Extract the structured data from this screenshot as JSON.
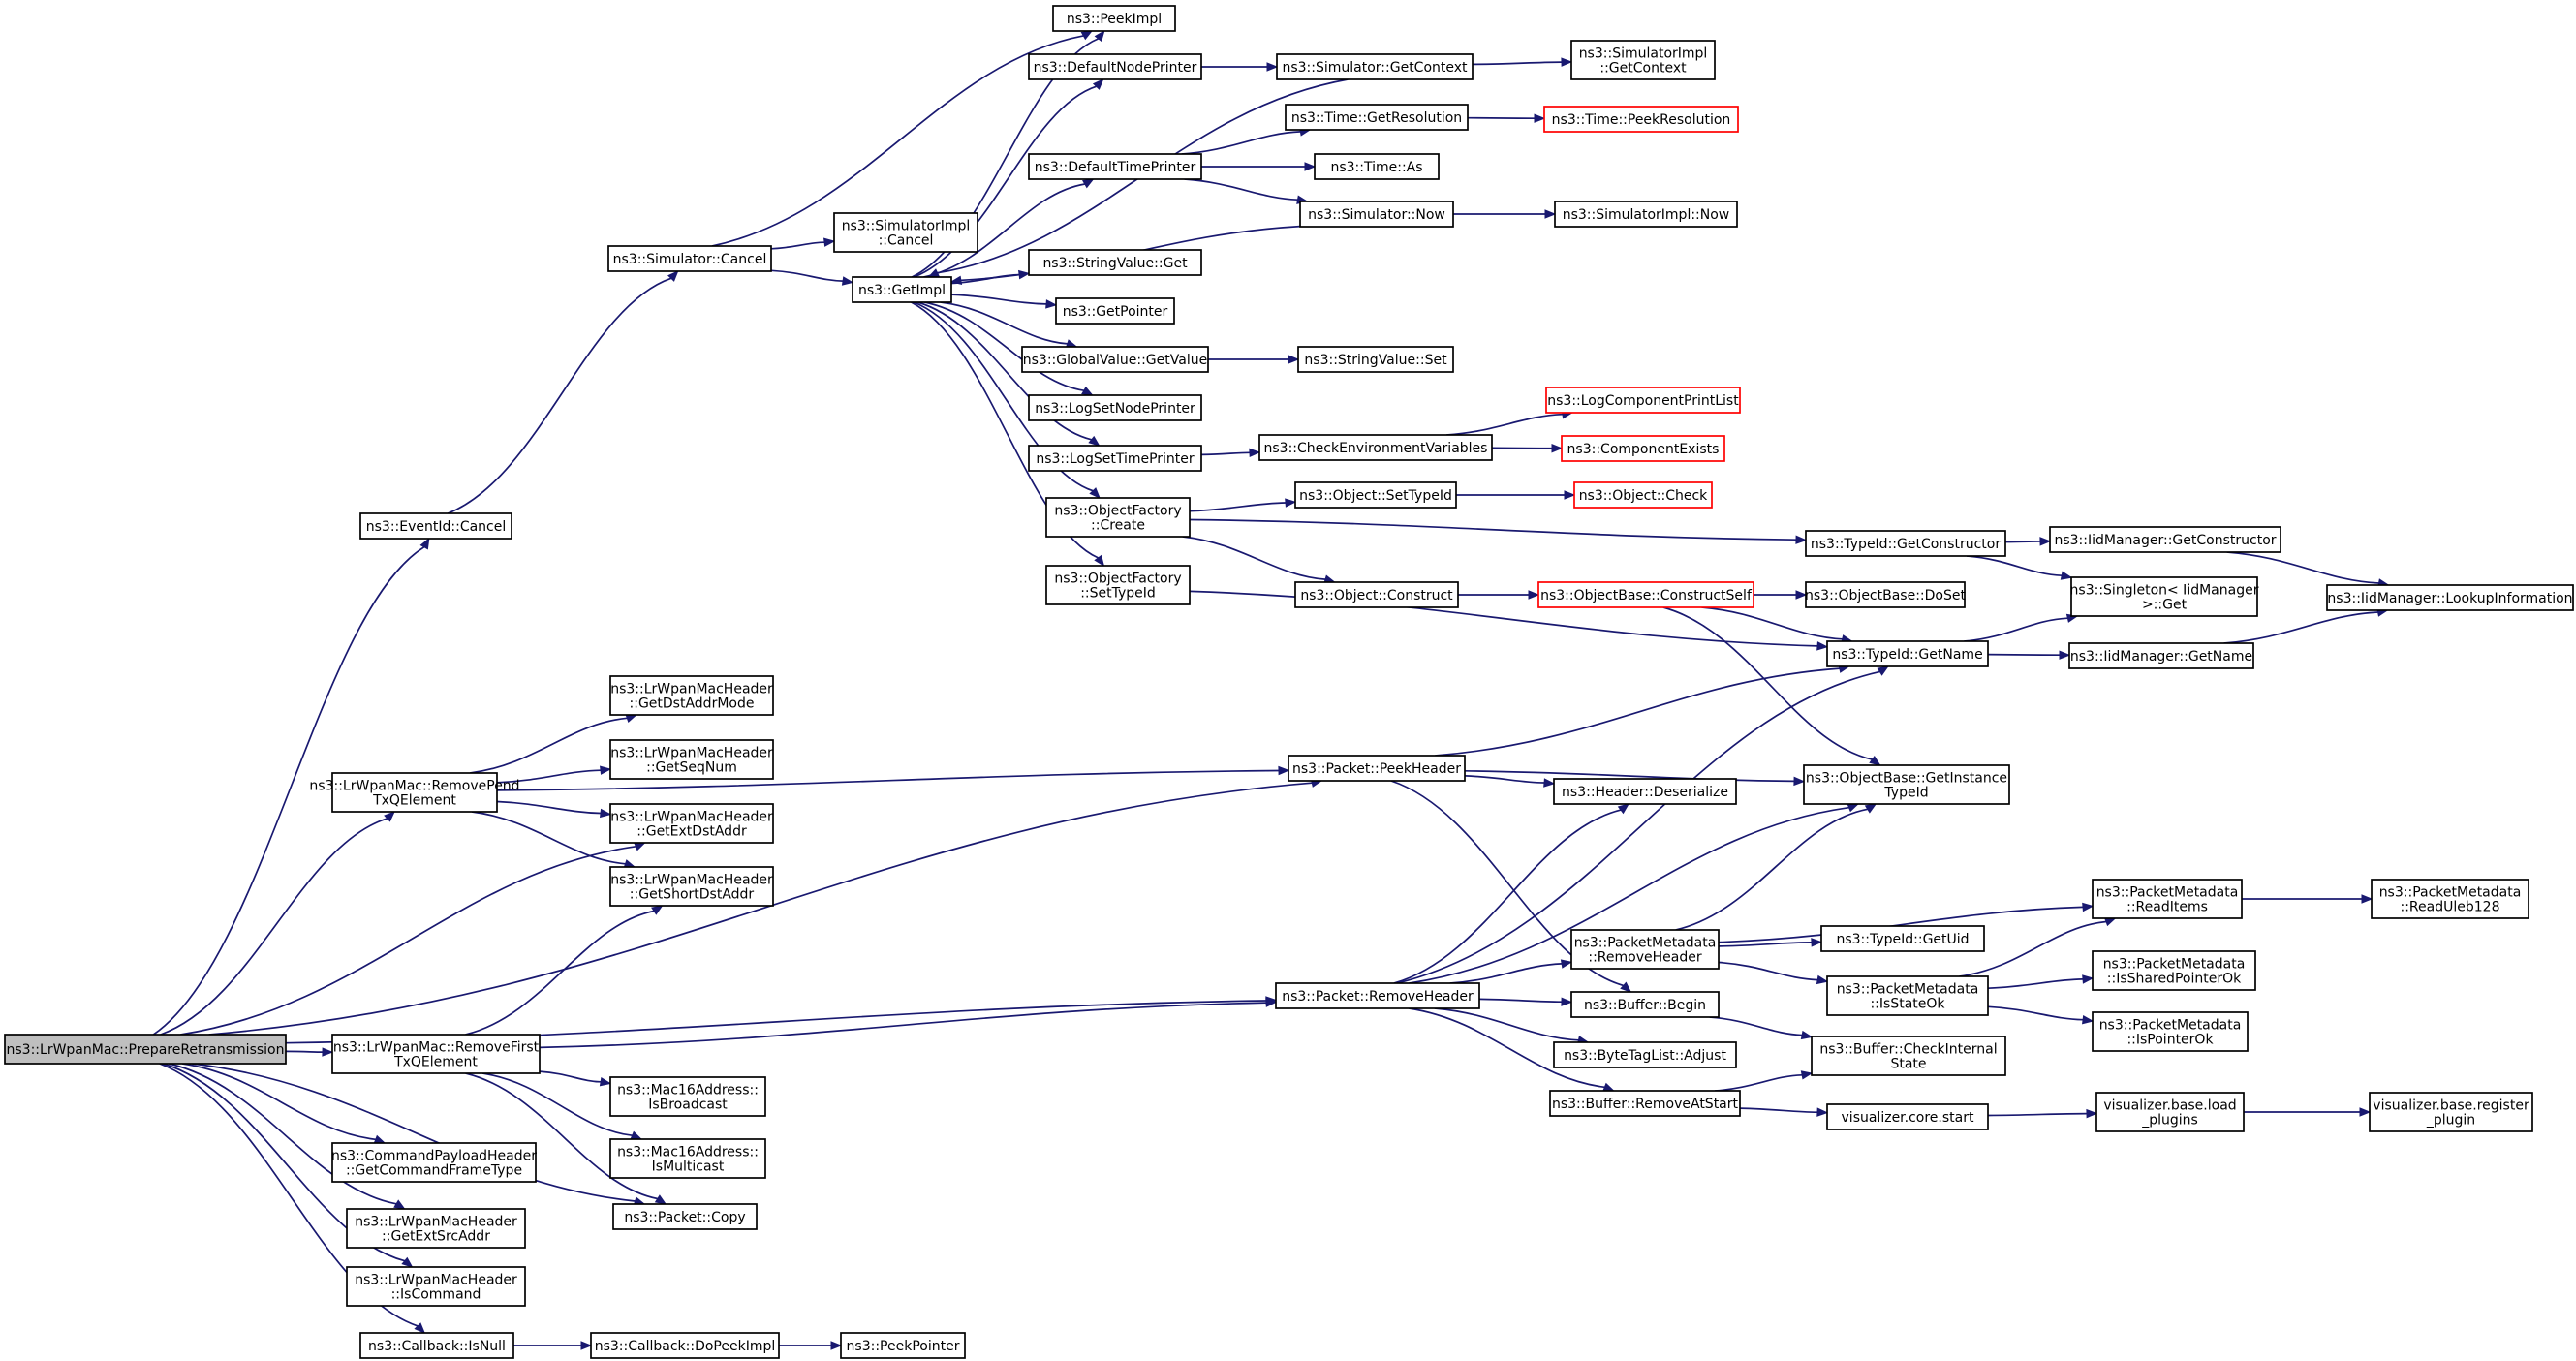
{
  "colors": {
    "edge": "#191970",
    "box_border": "#000000",
    "box_border_unresolved": "#ff0000",
    "root_fill": "#bfbfbf",
    "box_fill": "#ffffff"
  },
  "nodes": [
    {
      "id": "root",
      "lines": [
        "ns3::LrWpanMac::PrepareRetransmission"
      ],
      "root": true
    },
    {
      "id": "eventid_cancel",
      "lines": [
        "ns3::EventId::Cancel"
      ]
    },
    {
      "id": "sim_cancel",
      "lines": [
        "ns3::Simulator::Cancel"
      ]
    },
    {
      "id": "peekimpl",
      "lines": [
        "ns3::PeekImpl"
      ]
    },
    {
      "id": "simimpl_cancel",
      "lines": [
        "ns3::SimulatorImpl",
        "::Cancel"
      ]
    },
    {
      "id": "getimpl",
      "lines": [
        "ns3::GetImpl"
      ]
    },
    {
      "id": "defaultnodeprinter",
      "lines": [
        "ns3::DefaultNodePrinter"
      ]
    },
    {
      "id": "sim_getcontext",
      "lines": [
        "ns3::Simulator::GetContext"
      ]
    },
    {
      "id": "simimpl_getcontext",
      "lines": [
        "ns3::SimulatorImpl",
        "::GetContext"
      ]
    },
    {
      "id": "defaulttimeprinter",
      "lines": [
        "ns3::DefaultTimePrinter"
      ]
    },
    {
      "id": "time_getresolution",
      "lines": [
        "ns3::Time::GetResolution"
      ]
    },
    {
      "id": "time_peekresolution",
      "lines": [
        "ns3::Time::PeekResolution"
      ],
      "red": true
    },
    {
      "id": "time_as",
      "lines": [
        "ns3::Time::As"
      ]
    },
    {
      "id": "sim_now",
      "lines": [
        "ns3::Simulator::Now"
      ]
    },
    {
      "id": "simimpl_now",
      "lines": [
        "ns3::SimulatorImpl::Now"
      ]
    },
    {
      "id": "stringvalue_get",
      "lines": [
        "ns3::StringValue::Get"
      ]
    },
    {
      "id": "getpointer",
      "lines": [
        "ns3::GetPointer"
      ]
    },
    {
      "id": "globalvalue_getvalue",
      "lines": [
        "ns3::GlobalValue::GetValue"
      ]
    },
    {
      "id": "stringvalue_set",
      "lines": [
        "ns3::StringValue::Set"
      ]
    },
    {
      "id": "logsetnodeprinter",
      "lines": [
        "ns3::LogSetNodePrinter"
      ]
    },
    {
      "id": "logsettimeprinter",
      "lines": [
        "ns3::LogSetTimePrinter"
      ]
    },
    {
      "id": "checkenv",
      "lines": [
        "ns3::CheckEnvironmentVariables"
      ]
    },
    {
      "id": "logcomponentprintlist",
      "lines": [
        "ns3::LogComponentPrintList"
      ],
      "red": true
    },
    {
      "id": "componentexists",
      "lines": [
        "ns3::ComponentExists"
      ],
      "red": true
    },
    {
      "id": "objfactory_create",
      "lines": [
        "ns3::ObjectFactory",
        "::Create"
      ]
    },
    {
      "id": "object_settypeid",
      "lines": [
        "ns3::Object::SetTypeId"
      ]
    },
    {
      "id": "object_check",
      "lines": [
        "ns3::Object::Check"
      ],
      "red": true
    },
    {
      "id": "typeid_getconstructor",
      "lines": [
        "ns3::TypeId::GetConstructor"
      ]
    },
    {
      "id": "iidmanager_getconstructor",
      "lines": [
        "ns3::IidManager::GetConstructor"
      ]
    },
    {
      "id": "iidmanager_lookupinformation",
      "lines": [
        "ns3::IidManager::LookupInformation"
      ]
    },
    {
      "id": "object_construct",
      "lines": [
        "ns3::Object::Construct"
      ]
    },
    {
      "id": "objbase_constructself",
      "lines": [
        "ns3::ObjectBase::ConstructSelf"
      ],
      "red": true
    },
    {
      "id": "objbase_doset",
      "lines": [
        "ns3::ObjectBase::DoSet"
      ]
    },
    {
      "id": "singleton_get",
      "lines": [
        "ns3::Singleton< IidManager",
        " >::Get"
      ]
    },
    {
      "id": "objfactory_settypeid",
      "lines": [
        "ns3::ObjectFactory",
        "::SetTypeId"
      ]
    },
    {
      "id": "typeid_getname",
      "lines": [
        "ns3::TypeId::GetName"
      ]
    },
    {
      "id": "iidmanager_getname",
      "lines": [
        "ns3::IidManager::GetName"
      ]
    },
    {
      "id": "removependtxq",
      "lines": [
        "ns3::LrWpanMac::RemovePend",
        "TxQElement"
      ]
    },
    {
      "id": "hdr_getdstaddrmode",
      "lines": [
        "ns3::LrWpanMacHeader",
        "::GetDstAddrMode"
      ]
    },
    {
      "id": "hdr_getseqnum",
      "lines": [
        "ns3::LrWpanMacHeader",
        "::GetSeqNum"
      ]
    },
    {
      "id": "hdr_getextdstaddr",
      "lines": [
        "ns3::LrWpanMacHeader",
        "::GetExtDstAddr"
      ]
    },
    {
      "id": "hdr_getshortdstaddr",
      "lines": [
        "ns3::LrWpanMacHeader",
        "::GetShortDstAddr"
      ]
    },
    {
      "id": "packet_peekheader",
      "lines": [
        "ns3::Packet::PeekHeader"
      ]
    },
    {
      "id": "header_deserialize",
      "lines": [
        "ns3::Header::Deserialize"
      ]
    },
    {
      "id": "objbase_getinstancetypeid",
      "lines": [
        "ns3::ObjectBase::GetInstance",
        "TypeId"
      ]
    },
    {
      "id": "pm_readitems",
      "lines": [
        "ns3::PacketMetadata",
        "::ReadItems"
      ]
    },
    {
      "id": "pm_readuleb128",
      "lines": [
        "ns3::PacketMetadata",
        "::ReadUleb128"
      ]
    },
    {
      "id": "pm_removeheader",
      "lines": [
        "ns3::PacketMetadata",
        "::RemoveHeader"
      ]
    },
    {
      "id": "typeid_getuid",
      "lines": [
        "ns3::TypeId::GetUid"
      ]
    },
    {
      "id": "pm_isstateok",
      "lines": [
        "ns3::PacketMetadata",
        "::IsStateOk"
      ]
    },
    {
      "id": "pm_issharedpointerok",
      "lines": [
        "ns3::PacketMetadata",
        "::IsSharedPointerOk"
      ]
    },
    {
      "id": "pm_ispointerok",
      "lines": [
        "ns3::PacketMetadata",
        "::IsPointerOk"
      ]
    },
    {
      "id": "packet_removeheader",
      "lines": [
        "ns3::Packet::RemoveHeader"
      ]
    },
    {
      "id": "buffer_begin",
      "lines": [
        "ns3::Buffer::Begin"
      ]
    },
    {
      "id": "bytetaglist_adjust",
      "lines": [
        "ns3::ByteTagList::Adjust"
      ]
    },
    {
      "id": "buffer_checkinternalstate",
      "lines": [
        "ns3::Buffer::CheckInternal",
        "State"
      ]
    },
    {
      "id": "buffer_removeatstart",
      "lines": [
        "ns3::Buffer::RemoveAtStart"
      ]
    },
    {
      "id": "viz_core_start",
      "lines": [
        "visualizer.core.start"
      ]
    },
    {
      "id": "viz_base_loadplugins",
      "lines": [
        "visualizer.base.load",
        "_plugins"
      ]
    },
    {
      "id": "viz_base_registerplugin",
      "lines": [
        "visualizer.base.register",
        "_plugin"
      ]
    },
    {
      "id": "removefirsttxq",
      "lines": [
        "ns3::LrWpanMac::RemoveFirst",
        "TxQElement"
      ]
    },
    {
      "id": "mac16_isbroadcast",
      "lines": [
        "ns3::Mac16Address::",
        "IsBroadcast"
      ]
    },
    {
      "id": "mac16_ismulticast",
      "lines": [
        "ns3::Mac16Address::",
        "IsMulticast"
      ]
    },
    {
      "id": "packet_copy",
      "lines": [
        "ns3::Packet::Copy"
      ]
    },
    {
      "id": "cmdpayload_getcmdframetype",
      "lines": [
        "ns3::CommandPayloadHeader",
        "::GetCommandFrameType"
      ]
    },
    {
      "id": "hdr_getextsrcaddr",
      "lines": [
        "ns3::LrWpanMacHeader",
        "::GetExtSrcAddr"
      ]
    },
    {
      "id": "hdr_iscommand",
      "lines": [
        "ns3::LrWpanMacHeader",
        "::IsCommand"
      ]
    },
    {
      "id": "callback_isnull",
      "lines": [
        "ns3::Callback::IsNull"
      ]
    },
    {
      "id": "callback_dopeekimpl",
      "lines": [
        "ns3::Callback::DoPeekImpl"
      ]
    },
    {
      "id": "peekpointer",
      "lines": [
        "ns3::PeekPointer"
      ]
    }
  ],
  "edges": [
    [
      "root",
      "eventid_cancel"
    ],
    [
      "root",
      "removependtxq"
    ],
    [
      "root",
      "hdr_getextdstaddr"
    ],
    [
      "root",
      "packet_peekheader"
    ],
    [
      "root",
      "packet_removeheader"
    ],
    [
      "root",
      "removefirsttxq"
    ],
    [
      "root",
      "cmdpayload_getcmdframetype"
    ],
    [
      "root",
      "hdr_getextsrcaddr"
    ],
    [
      "root",
      "hdr_iscommand"
    ],
    [
      "root",
      "packet_copy"
    ],
    [
      "root",
      "callback_isnull"
    ],
    [
      "eventid_cancel",
      "sim_cancel"
    ],
    [
      "sim_cancel",
      "peekimpl"
    ],
    [
      "sim_cancel",
      "simimpl_cancel"
    ],
    [
      "sim_cancel",
      "getimpl"
    ],
    [
      "getimpl",
      "peekimpl"
    ],
    [
      "getimpl",
      "defaultnodeprinter"
    ],
    [
      "getimpl",
      "defaulttimeprinter"
    ],
    [
      "getimpl",
      "stringvalue_get"
    ],
    [
      "getimpl",
      "getpointer"
    ],
    [
      "getimpl",
      "globalvalue_getvalue"
    ],
    [
      "getimpl",
      "logsetnodeprinter"
    ],
    [
      "getimpl",
      "logsettimeprinter"
    ],
    [
      "getimpl",
      "objfactory_create"
    ],
    [
      "getimpl",
      "objfactory_settypeid"
    ],
    [
      "defaultnodeprinter",
      "sim_getcontext"
    ],
    [
      "sim_getcontext",
      "simimpl_getcontext"
    ],
    [
      "sim_getcontext",
      "getimpl"
    ],
    [
      "defaulttimeprinter",
      "time_getresolution"
    ],
    [
      "defaulttimeprinter",
      "time_as"
    ],
    [
      "defaulttimeprinter",
      "sim_now"
    ],
    [
      "time_getresolution",
      "time_peekresolution"
    ],
    [
      "sim_now",
      "simimpl_now"
    ],
    [
      "sim_now",
      "getimpl"
    ],
    [
      "globalvalue_getvalue",
      "stringvalue_set"
    ],
    [
      "logsettimeprinter",
      "checkenv"
    ],
    [
      "checkenv",
      "logcomponentprintlist"
    ],
    [
      "checkenv",
      "componentexists"
    ],
    [
      "objfactory_create",
      "object_settypeid"
    ],
    [
      "objfactory_create",
      "typeid_getconstructor"
    ],
    [
      "objfactory_create",
      "object_construct"
    ],
    [
      "object_settypeid",
      "object_check"
    ],
    [
      "typeid_getconstructor",
      "iidmanager_getconstructor"
    ],
    [
      "typeid_getconstructor",
      "singleton_get"
    ],
    [
      "iidmanager_getconstructor",
      "iidmanager_lookupinformation"
    ],
    [
      "object_construct",
      "objbase_constructself"
    ],
    [
      "objbase_constructself",
      "objbase_doset"
    ],
    [
      "objbase_constructself",
      "typeid_getname"
    ],
    [
      "objbase_constructself",
      "objbase_getinstancetypeid"
    ],
    [
      "objfactory_settypeid",
      "typeid_getname"
    ],
    [
      "typeid_getname",
      "singleton_get"
    ],
    [
      "typeid_getname",
      "iidmanager_getname"
    ],
    [
      "iidmanager_getname",
      "iidmanager_lookupinformation"
    ],
    [
      "removependtxq",
      "hdr_getdstaddrmode"
    ],
    [
      "removependtxq",
      "hdr_getseqnum"
    ],
    [
      "removependtxq",
      "hdr_getextdstaddr"
    ],
    [
      "removependtxq",
      "hdr_getshortdstaddr"
    ],
    [
      "removependtxq",
      "packet_peekheader"
    ],
    [
      "packet_peekheader",
      "typeid_getname"
    ],
    [
      "packet_peekheader",
      "objbase_getinstancetypeid"
    ],
    [
      "packet_peekheader",
      "header_deserialize"
    ],
    [
      "packet_peekheader",
      "buffer_begin"
    ],
    [
      "packet_removeheader",
      "header_deserialize"
    ],
    [
      "packet_removeheader",
      "typeid_getname"
    ],
    [
      "packet_removeheader",
      "objbase_getinstancetypeid"
    ],
    [
      "packet_removeheader",
      "pm_removeheader"
    ],
    [
      "packet_removeheader",
      "buffer_begin"
    ],
    [
      "packet_removeheader",
      "bytetaglist_adjust"
    ],
    [
      "packet_removeheader",
      "buffer_removeatstart"
    ],
    [
      "pm_removeheader",
      "objbase_getinstancetypeid"
    ],
    [
      "pm_removeheader",
      "pm_readitems"
    ],
    [
      "pm_removeheader",
      "typeid_getuid"
    ],
    [
      "pm_removeheader",
      "pm_isstateok"
    ],
    [
      "pm_readitems",
      "pm_readuleb128"
    ],
    [
      "pm_isstateok",
      "pm_readitems"
    ],
    [
      "pm_isstateok",
      "pm_issharedpointerok"
    ],
    [
      "pm_isstateok",
      "pm_ispointerok"
    ],
    [
      "buffer_begin",
      "buffer_checkinternalstate"
    ],
    [
      "buffer_removeatstart",
      "buffer_checkinternalstate"
    ],
    [
      "buffer_removeatstart",
      "viz_core_start"
    ],
    [
      "viz_core_start",
      "viz_base_loadplugins"
    ],
    [
      "viz_base_loadplugins",
      "viz_base_registerplugin"
    ],
    [
      "removefirsttxq",
      "hdr_getshortdstaddr"
    ],
    [
      "removefirsttxq",
      "packet_removeheader"
    ],
    [
      "removefirsttxq",
      "mac16_isbroadcast"
    ],
    [
      "removefirsttxq",
      "mac16_ismulticast"
    ],
    [
      "removefirsttxq",
      "packet_copy"
    ],
    [
      "callback_isnull",
      "callback_dopeekimpl"
    ],
    [
      "callback_dopeekimpl",
      "peekpointer"
    ]
  ]
}
